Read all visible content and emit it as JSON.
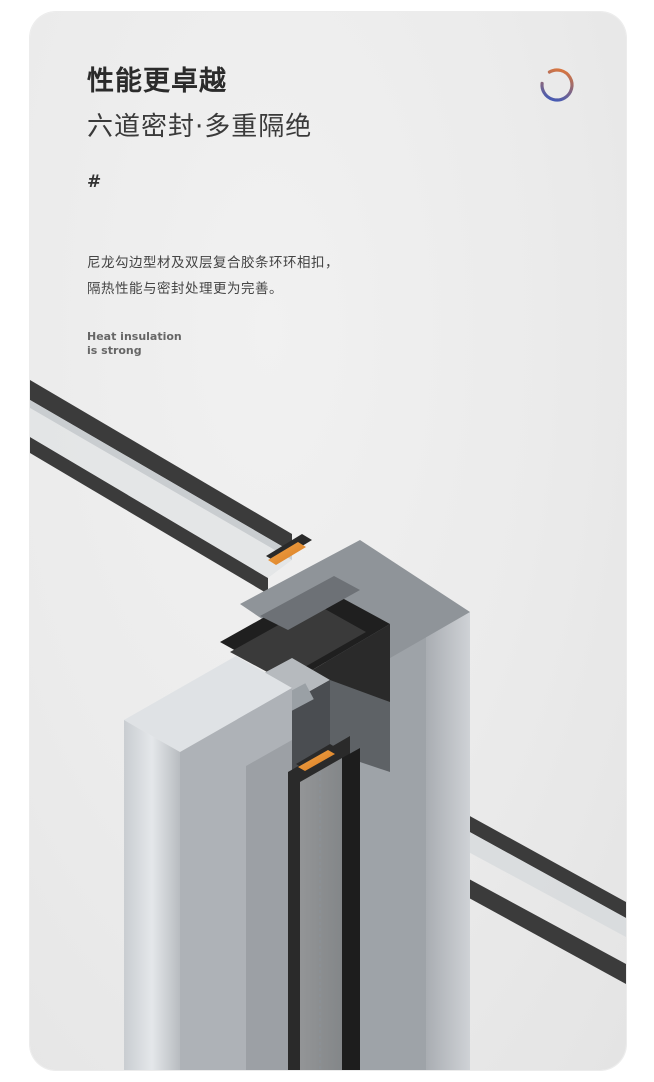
{
  "header": {
    "title": "性能更卓越",
    "subtitle": "六道密封·多重隔绝",
    "hash": "#"
  },
  "description": {
    "line1": "尼龙勾边型材及双层复合胶条环环相扣，",
    "line2": "隔热性能与密封处理更为完善。"
  },
  "tagline": {
    "line1": "Heat insulation",
    "line2": "is strong"
  },
  "colors": {
    "ring_start": "#2d56c7",
    "ring_end": "#f07a2c",
    "strip_orange": "#e08a2e",
    "aluminum": "#bfc3c7",
    "dark_profile": "#2a2a2a"
  },
  "icons": {
    "ring": "gradient-ring-icon"
  }
}
